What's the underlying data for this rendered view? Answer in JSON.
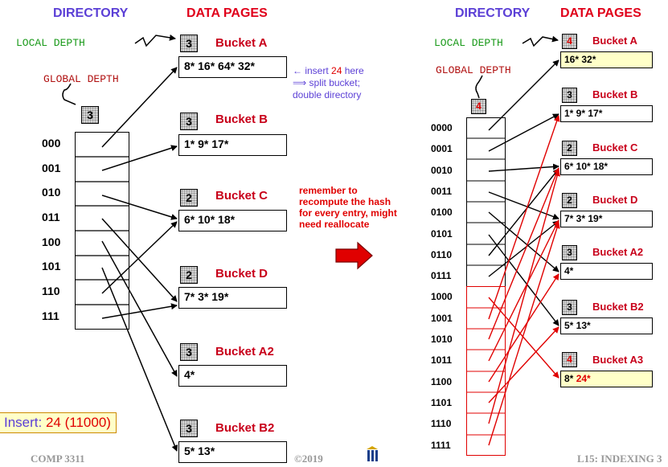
{
  "left": {
    "directory_header": "DIRECTORY",
    "data_pages_header": "DATA PAGES",
    "local_depth_label": "LOCAL DEPTH",
    "global_depth_label": "GLOBAL DEPTH",
    "global_depth": "3",
    "dir_entries": [
      "000",
      "001",
      "010",
      "011",
      "100",
      "101",
      "110",
      "111"
    ],
    "buckets": [
      {
        "name": "Bucket A",
        "depth": "3",
        "entries": "8* 16* 64* 32*"
      },
      {
        "name": "Bucket B",
        "depth": "3",
        "entries": "1* 9* 17*"
      },
      {
        "name": "Bucket C",
        "depth": "2",
        "entries": "6* 10* 18*"
      },
      {
        "name": "Bucket D",
        "depth": "2",
        "entries": "7* 3* 19*"
      },
      {
        "name": "Bucket A2",
        "depth": "3",
        "entries": "4*"
      },
      {
        "name": "Bucket B2",
        "depth": "3",
        "entries": "5* 13*"
      }
    ],
    "note_prefix": "← insert ",
    "note_num": "24",
    "note_suffix": " here",
    "note_line2": "⟹ split bucket;",
    "note_line3": "double directory"
  },
  "middle": {
    "remember_note_lines": [
      "remember to",
      "recompute the hash",
      "for every entry, might",
      "need reallocate"
    ]
  },
  "insert_box": {
    "prefix": "Insert: ",
    "value": "24 (11000)"
  },
  "right": {
    "directory_header": "DIRECTORY",
    "data_pages_header": "DATA PAGES",
    "local_depth_label": "LOCAL DEPTH",
    "global_depth_label": "GLOBAL DEPTH",
    "global_depth": "4",
    "dir_entries": [
      "0000",
      "0001",
      "0010",
      "0011",
      "0100",
      "0101",
      "0110",
      "0111",
      "1000",
      "1001",
      "1010",
      "1011",
      "1100",
      "1101",
      "1110",
      "1111"
    ],
    "buckets": [
      {
        "name": "Bucket A",
        "depth": "4",
        "entries": "16* 32*"
      },
      {
        "name": "Bucket B",
        "depth": "3",
        "entries": "1* 9* 17*"
      },
      {
        "name": "Bucket C",
        "depth": "2",
        "entries": "6* 10* 18*"
      },
      {
        "name": "Bucket D",
        "depth": "2",
        "entries": "7* 3* 19*"
      },
      {
        "name": "Bucket A2",
        "depth": "3",
        "entries": "4*"
      },
      {
        "name": "Bucket B2",
        "depth": "3",
        "entries": "5* 13*"
      },
      {
        "name": "Bucket A3",
        "depth": "4",
        "entries_black": "8* ",
        "entries_red": "24*"
      }
    ]
  },
  "footer": {
    "left": "COMP 3311",
    "mid": "©2019",
    "right": "L15: INDEXING 3"
  }
}
